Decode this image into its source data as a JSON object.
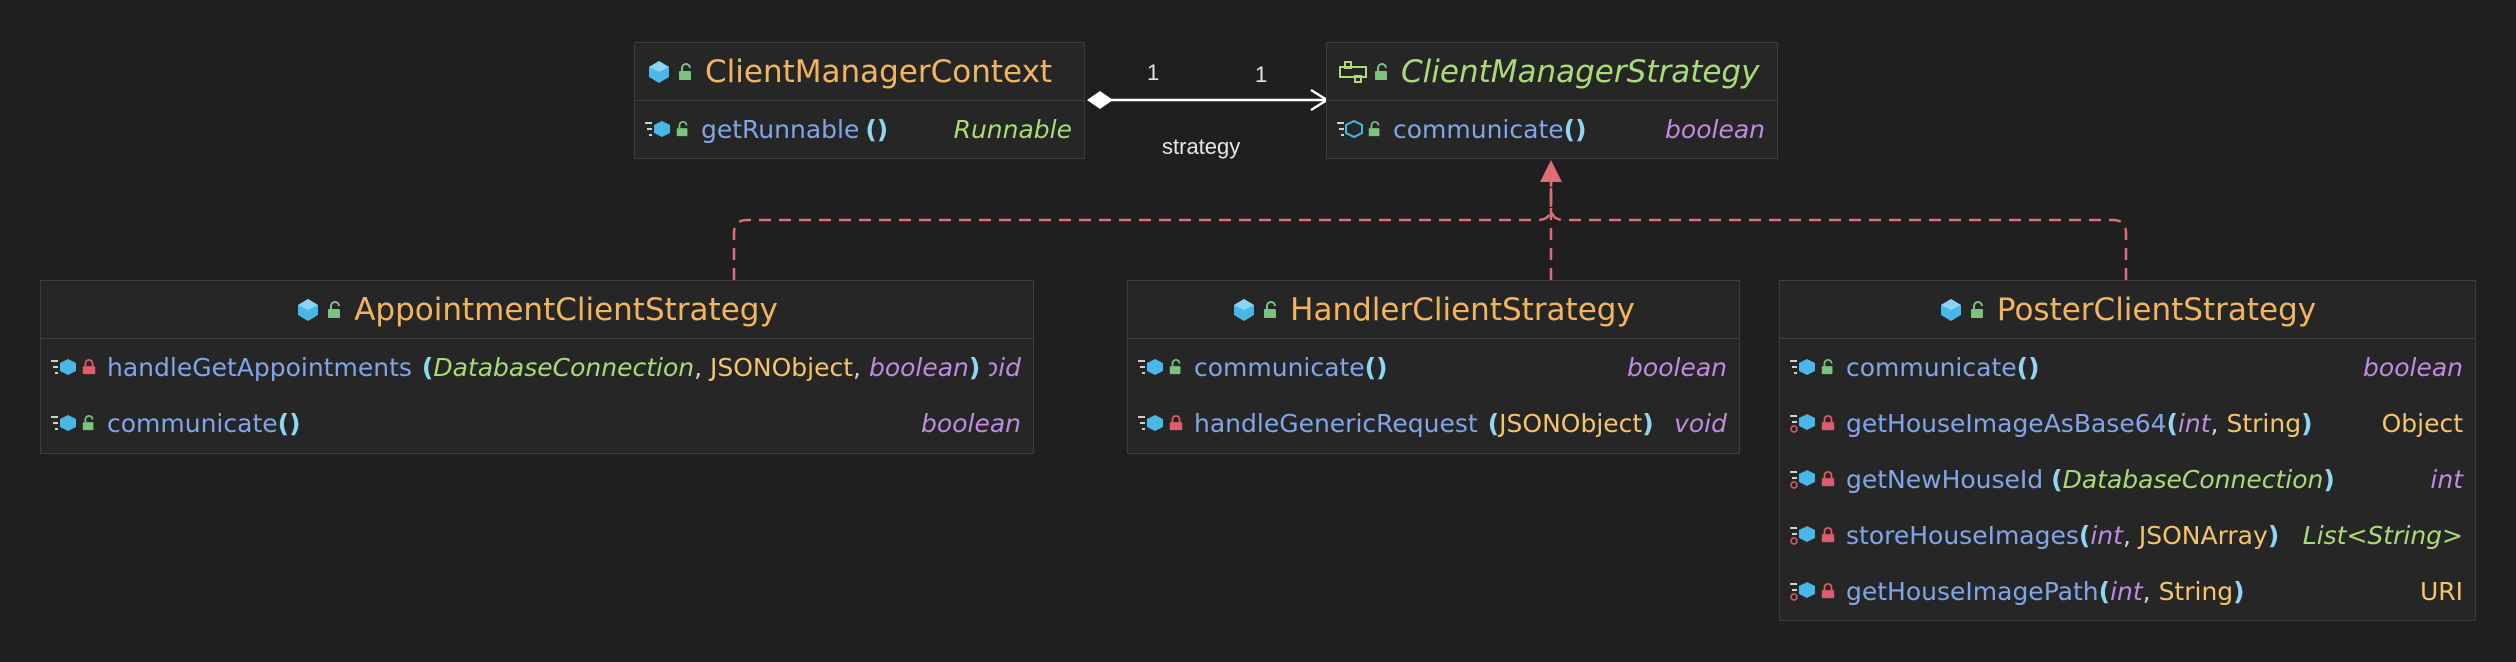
{
  "diagram": {
    "colors": {
      "background": "#1f1f1f",
      "box_fill": "#262626",
      "class_name": "#f2b55d",
      "interface_name": "#a9dc76",
      "method_name": "#80a6e8",
      "realization_edge": "#e06c75",
      "association_edge": "#ffffff"
    },
    "classes": {
      "context": {
        "name": "ClientManagerContext",
        "kind": "class",
        "methods": [
          {
            "name": "getRunnable",
            "params": [],
            "return": "Runnable",
            "visibility": "public"
          }
        ]
      },
      "strategy": {
        "name": "ClientManagerStrategy",
        "kind": "interface",
        "methods": [
          {
            "name": "communicate",
            "params": [],
            "return": "boolean",
            "visibility": "public"
          }
        ]
      },
      "appointment": {
        "name": "AppointmentClientStrategy",
        "kind": "class",
        "methods": [
          {
            "name": "handleGetAppointments",
            "params": [
              "DatabaseConnection",
              "JSONObject",
              "boolean"
            ],
            "return": "void",
            "visibility": "private"
          },
          {
            "name": "communicate",
            "params": [],
            "return": "boolean",
            "visibility": "public"
          }
        ]
      },
      "handler": {
        "name": "HandlerClientStrategy",
        "kind": "class",
        "methods": [
          {
            "name": "communicate",
            "params": [],
            "return": "boolean",
            "visibility": "public"
          },
          {
            "name": "handleGenericRequest",
            "params": [
              "JSONObject"
            ],
            "return": "void",
            "visibility": "private"
          }
        ]
      },
      "poster": {
        "name": "PosterClientStrategy",
        "kind": "class",
        "methods": [
          {
            "name": "communicate",
            "params": [],
            "return": "boolean",
            "visibility": "public"
          },
          {
            "name": "getHouseImageAsBase64",
            "params": [
              "int",
              "String"
            ],
            "return": "Object",
            "visibility": "private"
          },
          {
            "name": "getNewHouseId",
            "params": [
              "DatabaseConnection"
            ],
            "return": "int",
            "visibility": "private"
          },
          {
            "name": "storeHouseImages",
            "params": [
              "int",
              "JSONArray"
            ],
            "return": "List<String>",
            "visibility": "private"
          },
          {
            "name": "getHouseImagePath",
            "params": [
              "int",
              "String"
            ],
            "return": "URI",
            "visibility": "private"
          }
        ]
      }
    },
    "relations": [
      {
        "type": "composition",
        "from": "ClientManagerContext",
        "to": "ClientManagerStrategy",
        "label": "strategy",
        "from_multiplicity": "1",
        "to_multiplicity": "1"
      },
      {
        "type": "realization",
        "from": "AppointmentClientStrategy",
        "to": "ClientManagerStrategy"
      },
      {
        "type": "realization",
        "from": "HandlerClientStrategy",
        "to": "ClientManagerStrategy"
      },
      {
        "type": "realization",
        "from": "PosterClientStrategy",
        "to": "ClientManagerStrategy"
      }
    ]
  }
}
